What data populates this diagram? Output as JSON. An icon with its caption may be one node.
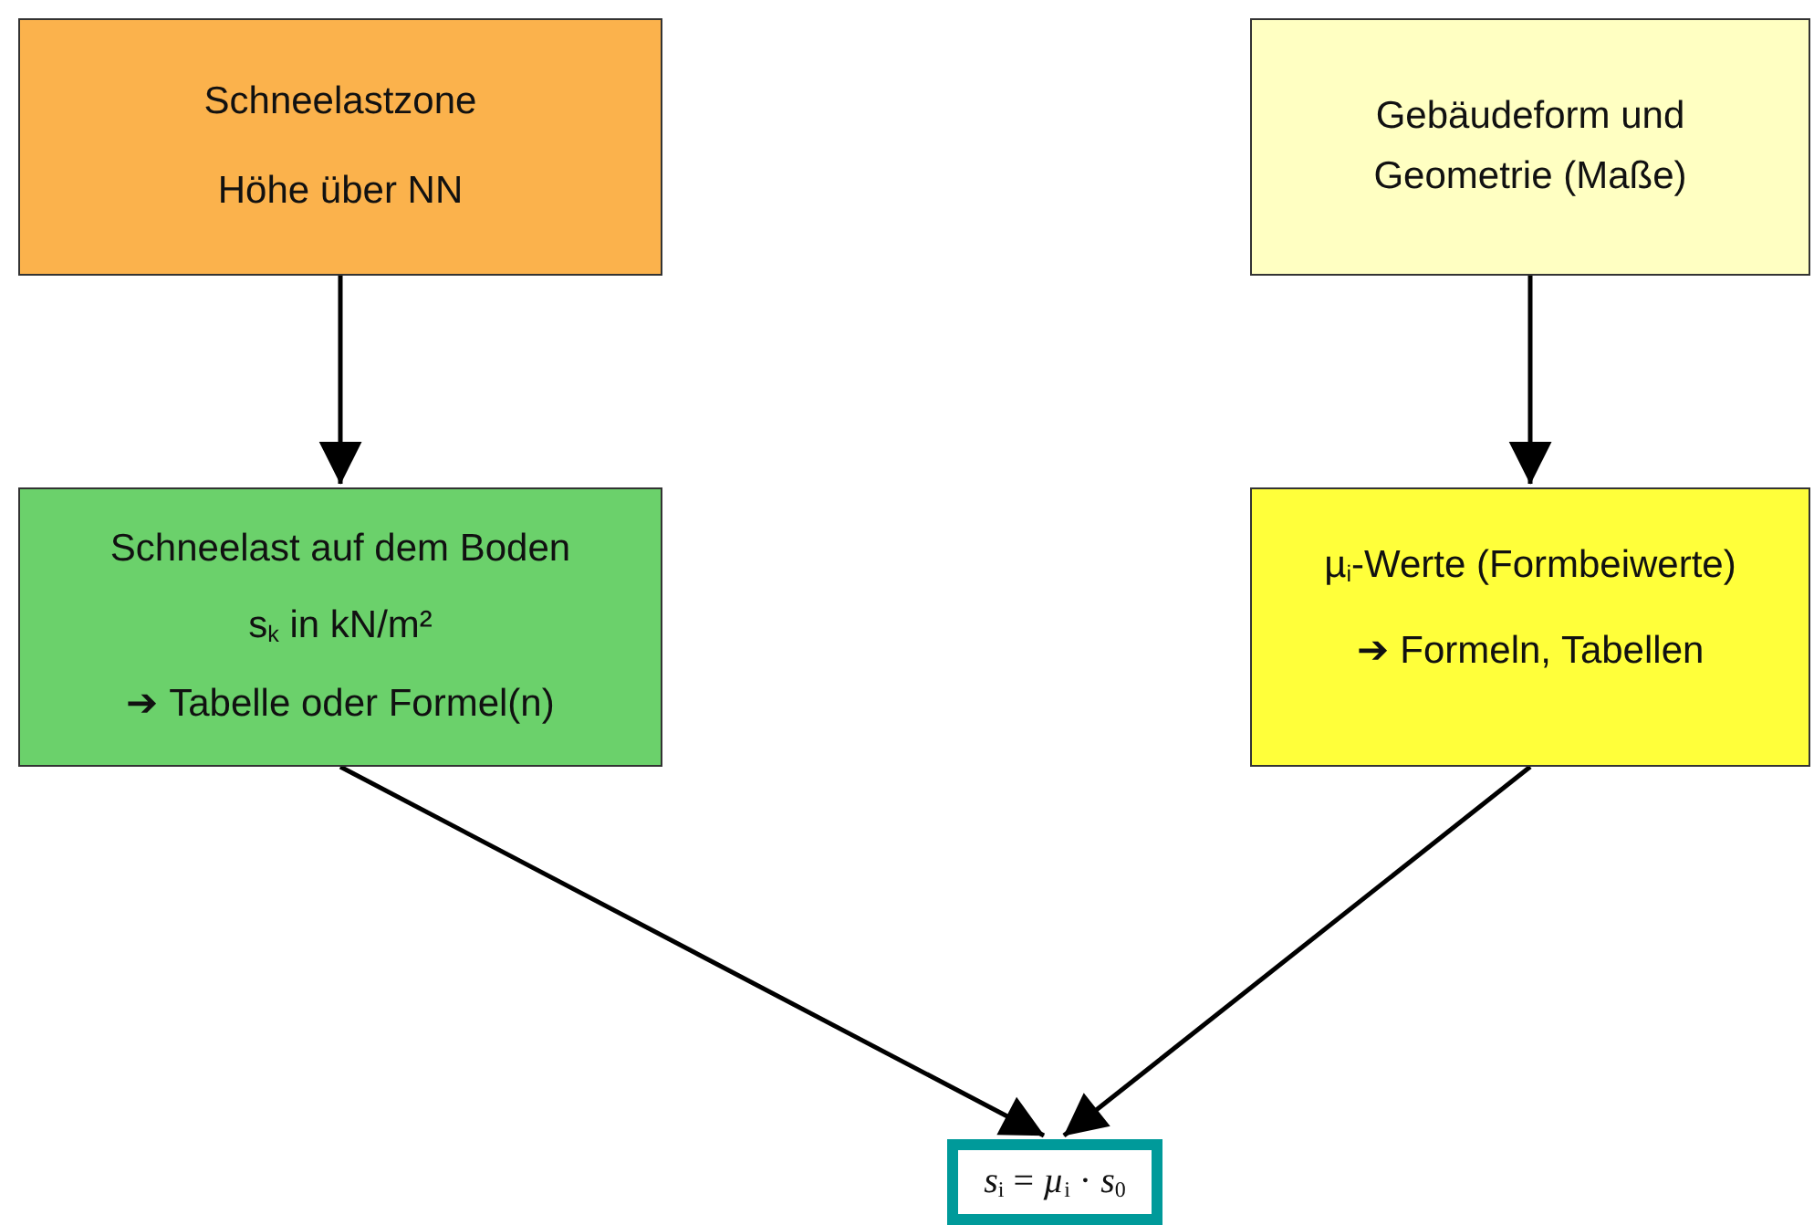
{
  "diagram": {
    "nodes": [
      {
        "text": [
          "Schneelastzone",
          "Höhe über NN"
        ]
      },
      {
        "text": [
          "Gebäudeform und Geometrie (Maße)"
        ]
      },
      {
        "text": [
          "Schneelast auf dem Boden",
          "s$_{k}$ in kN/m²",
          "➔ Tabelle oder Formel(n)"
        ]
      },
      {
        "text": [
          "µ$_{i}$-Werte (Formbeiwerte)",
          "➔ Formeln, Tabellen"
        ]
      },
      {
        "text": [
          "*s*$_{i}$ = *µ*$_{i}$ · *s*$_{0}$"
        ]
      }
    ],
    "edges": [
      {
        "from": 0,
        "to": 2,
        "arrow": "to"
      },
      {
        "from": 1,
        "to": 3,
        "arrow": "to"
      },
      {
        "from": 2,
        "to": 4,
        "arrow": "to"
      },
      {
        "from": 3,
        "to": 4,
        "arrow": "to"
      }
    ]
  }
}
